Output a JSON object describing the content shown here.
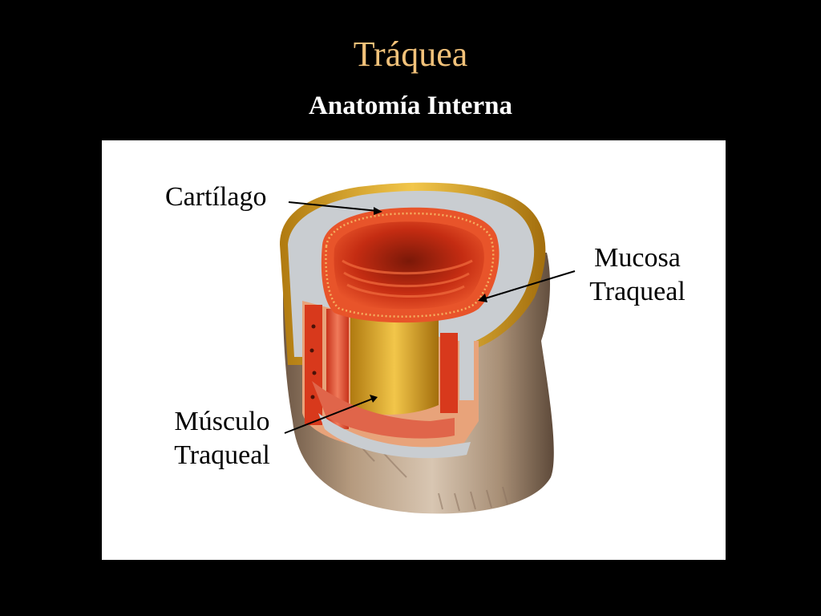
{
  "slide": {
    "title": "Tráquea",
    "subtitle": "Anatomía Interna"
  },
  "diagram": {
    "labels": {
      "cartilage": "Cartílago",
      "mucosa_line1": "Mucosa",
      "mucosa_line2": "Traqueal",
      "muscle_line1": "Músculo",
      "muscle_line2": "Traqueal"
    }
  },
  "colors": {
    "background": "#000000",
    "title": "#F2C27A",
    "subtitle": "#FFFFFF",
    "panel": "#FFFFFF",
    "cartilage": "#C9CDD1",
    "mucosa": "#D8391C",
    "muscle": "#E0654A",
    "adventitia": "#A08060",
    "yellow_edge": "#F0C040"
  }
}
